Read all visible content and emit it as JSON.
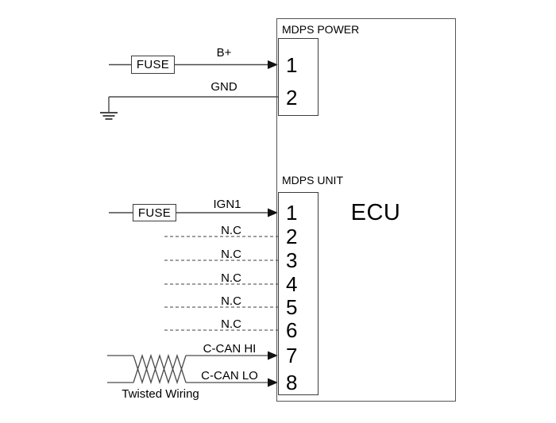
{
  "diagram": {
    "type": "automotive-wiring-diagram",
    "background_color": "#ffffff",
    "line_color": "#4a4a4a",
    "text_color": "#000000",
    "ecu": {
      "label": "ECU"
    },
    "power_connector": {
      "title": "MDPS POWER",
      "pins": [
        {
          "number": "1",
          "signal": "B+"
        },
        {
          "number": "2",
          "signal": "GND"
        }
      ]
    },
    "unit_connector": {
      "title": "MDPS UNIT",
      "pins": [
        {
          "number": "1",
          "signal": "IGN1"
        },
        {
          "number": "2",
          "signal": "N.C"
        },
        {
          "number": "3",
          "signal": "N.C"
        },
        {
          "number": "4",
          "signal": "N.C"
        },
        {
          "number": "5",
          "signal": "N.C"
        },
        {
          "number": "6",
          "signal": "N.C"
        },
        {
          "number": "7",
          "signal": "C-CAN HI"
        },
        {
          "number": "8",
          "signal": "C-CAN LO"
        }
      ]
    },
    "fuses": [
      {
        "label": "FUSE"
      },
      {
        "label": "FUSE"
      }
    ],
    "twisted_wiring_label": "Twisted Wiring"
  }
}
